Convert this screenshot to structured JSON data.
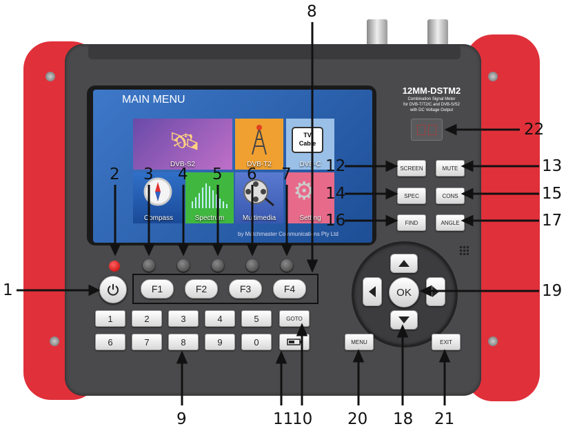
{
  "device": {
    "model": "12MM-DSTM2",
    "subtitle_line1": "Combination Signal Meter",
    "subtitle_line2": "for DVB-T/T2/C and DVB-S/S2",
    "subtitle_line3": "with DC Voltage Output"
  },
  "screen": {
    "title": "MAIN MENU",
    "footer": "by Matchmaster Communications Pty Ltd",
    "tiles": [
      {
        "label": "DVB-S2",
        "icon": "satellite-icon"
      },
      {
        "label": "DVB-T2",
        "icon": "antenna-tower-icon"
      },
      {
        "label": "DVB-C",
        "icon": "tv-cable-icon",
        "icon_text_line1": "TV",
        "icon_text_line2": "Cable"
      },
      {
        "label": "Compass",
        "icon": "compass-icon"
      },
      {
        "label": "Spectrum",
        "icon": "spectrum-icon"
      },
      {
        "label": "Multimedia",
        "icon": "film-reel-icon"
      },
      {
        "label": "Setting",
        "icon": "gears-icon"
      }
    ]
  },
  "keys": {
    "function": [
      "F1",
      "F2",
      "F3",
      "F4"
    ],
    "numeric_row1": [
      "1",
      "2",
      "3",
      "4",
      "5"
    ],
    "numeric_row2": [
      "6",
      "7",
      "8",
      "9",
      "0"
    ],
    "goto": "GOTO",
    "screen": "SCREEN",
    "mute": "MUTE",
    "spec": "SPEC",
    "cons": "CONS",
    "find": "FIND",
    "angle": "ANGLE",
    "ok": "OK",
    "menu": "MENU",
    "exit": "EXIT"
  },
  "callouts": [
    "1",
    "2",
    "3",
    "4",
    "5",
    "6",
    "7",
    "8",
    "9",
    "10",
    "11",
    "12",
    "13",
    "14",
    "15",
    "16",
    "17",
    "18",
    "19",
    "20",
    "21",
    "22"
  ],
  "colors": {
    "body": "#4a4a4c",
    "bumper": "#e0303a",
    "screen_bg": "#2a5aa8",
    "power_led": "#e01010"
  }
}
